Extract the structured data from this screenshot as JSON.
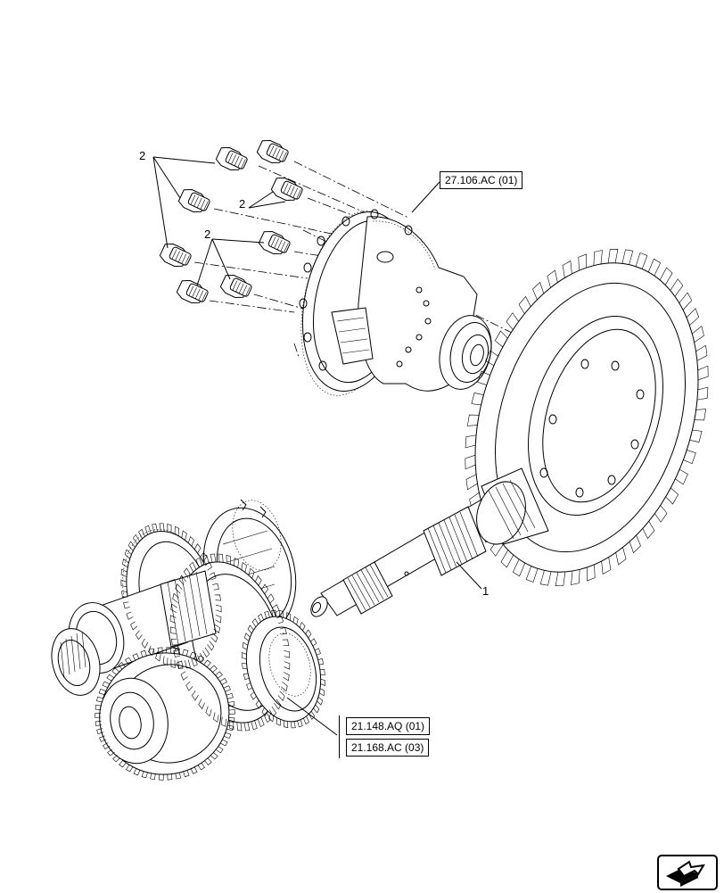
{
  "callouts": {
    "bolt_group_1": "2",
    "bolt_group_2": "2",
    "bolt_group_3": "2",
    "shaft": "1"
  },
  "references": {
    "differential": "27.106.AC (01)",
    "gears_a": "21.148.AQ (01)",
    "gears_b": "21.168.AC (03)"
  },
  "icons": {
    "nav": "next-page-arrow-icon"
  }
}
